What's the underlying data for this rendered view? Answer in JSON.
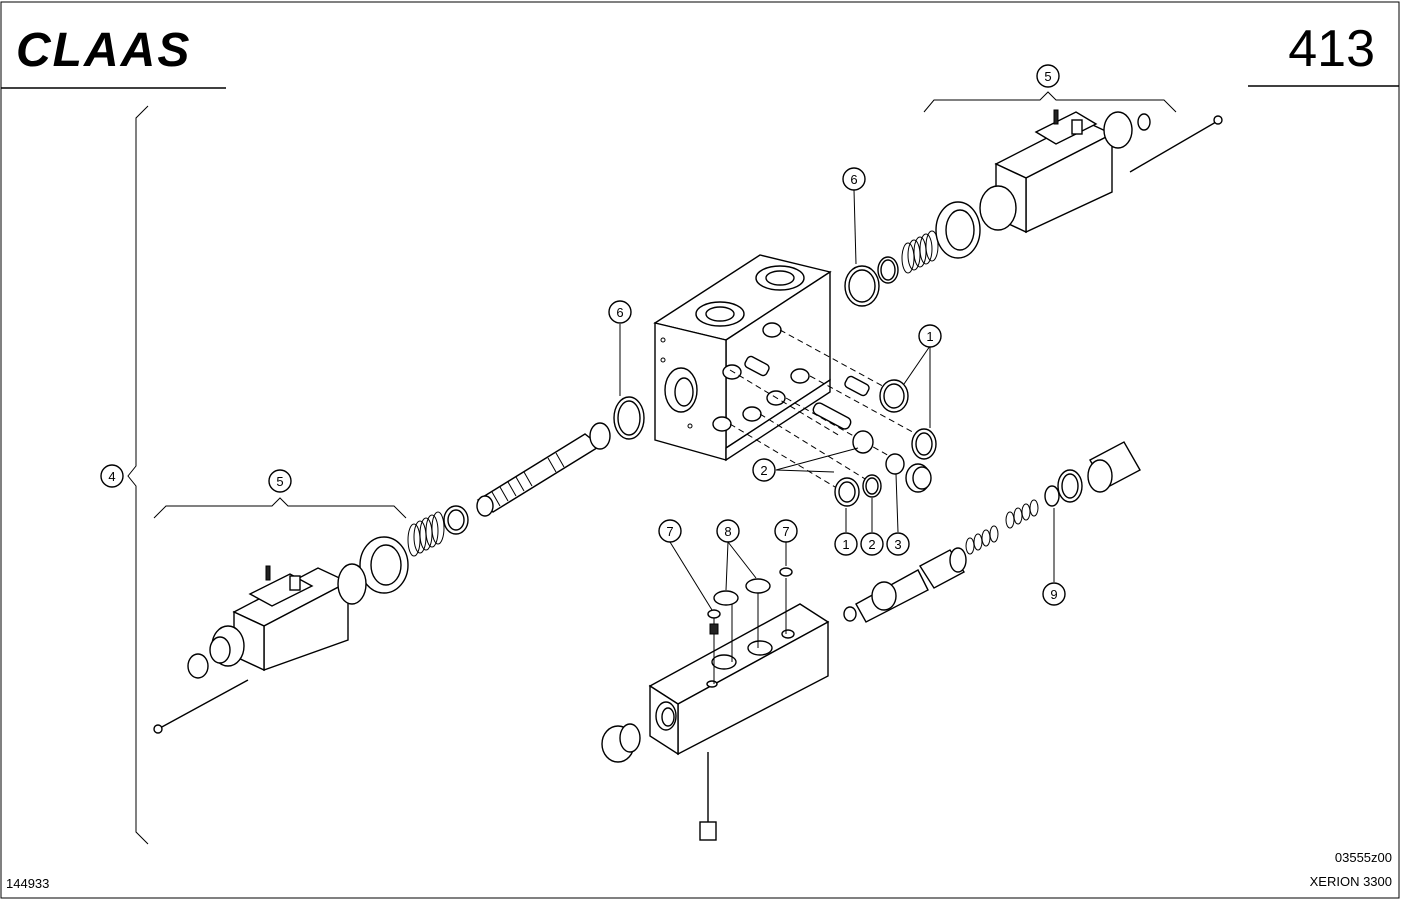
{
  "header": {
    "brand": "CLAAS",
    "page_number": "413"
  },
  "footer": {
    "left_code": "144933",
    "drawing_code": "03555z00",
    "model": "XERION 3300"
  },
  "callouts": {
    "c1a": "1",
    "c1b": "1",
    "c2a": "2",
    "c2b": "2",
    "c3": "3",
    "c4": "4",
    "c5a": "5",
    "c5b": "5",
    "c6a": "6",
    "c6b": "6",
    "c7a": "7",
    "c7b": "7",
    "c8": "8",
    "c9": "9"
  }
}
